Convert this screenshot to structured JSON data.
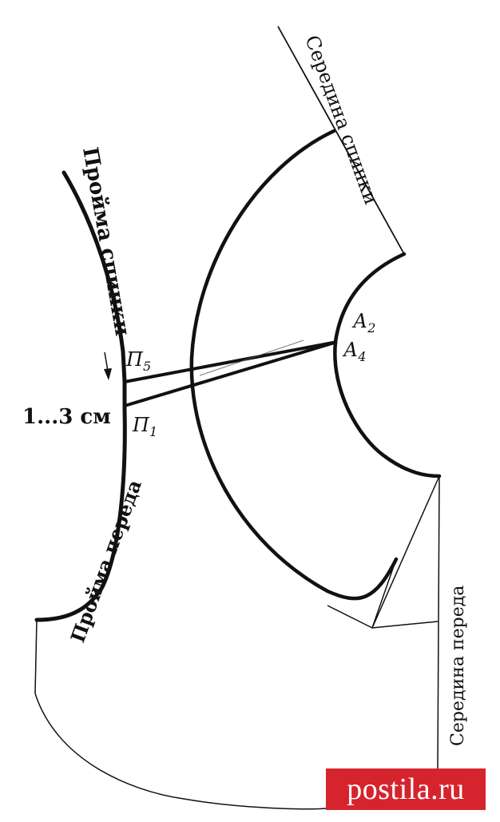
{
  "labels": {
    "back_armhole": "Пройма спинки",
    "back_center": "Середина спинки",
    "front_armhole": "Пройма переда",
    "front_center": "Середина переда",
    "offset": "1...3 см",
    "point_p5": "П",
    "point_p5_sub": "5",
    "point_p1": "П",
    "point_p1_sub": "1",
    "point_a2": "А",
    "point_a2_sub": "2",
    "point_a4": "А",
    "point_a4_sub": "4"
  },
  "watermark": "postila.ru",
  "colors": {
    "ink": "#111111",
    "watermark_bg": "#d6242f",
    "watermark_text": "#ffffff"
  }
}
